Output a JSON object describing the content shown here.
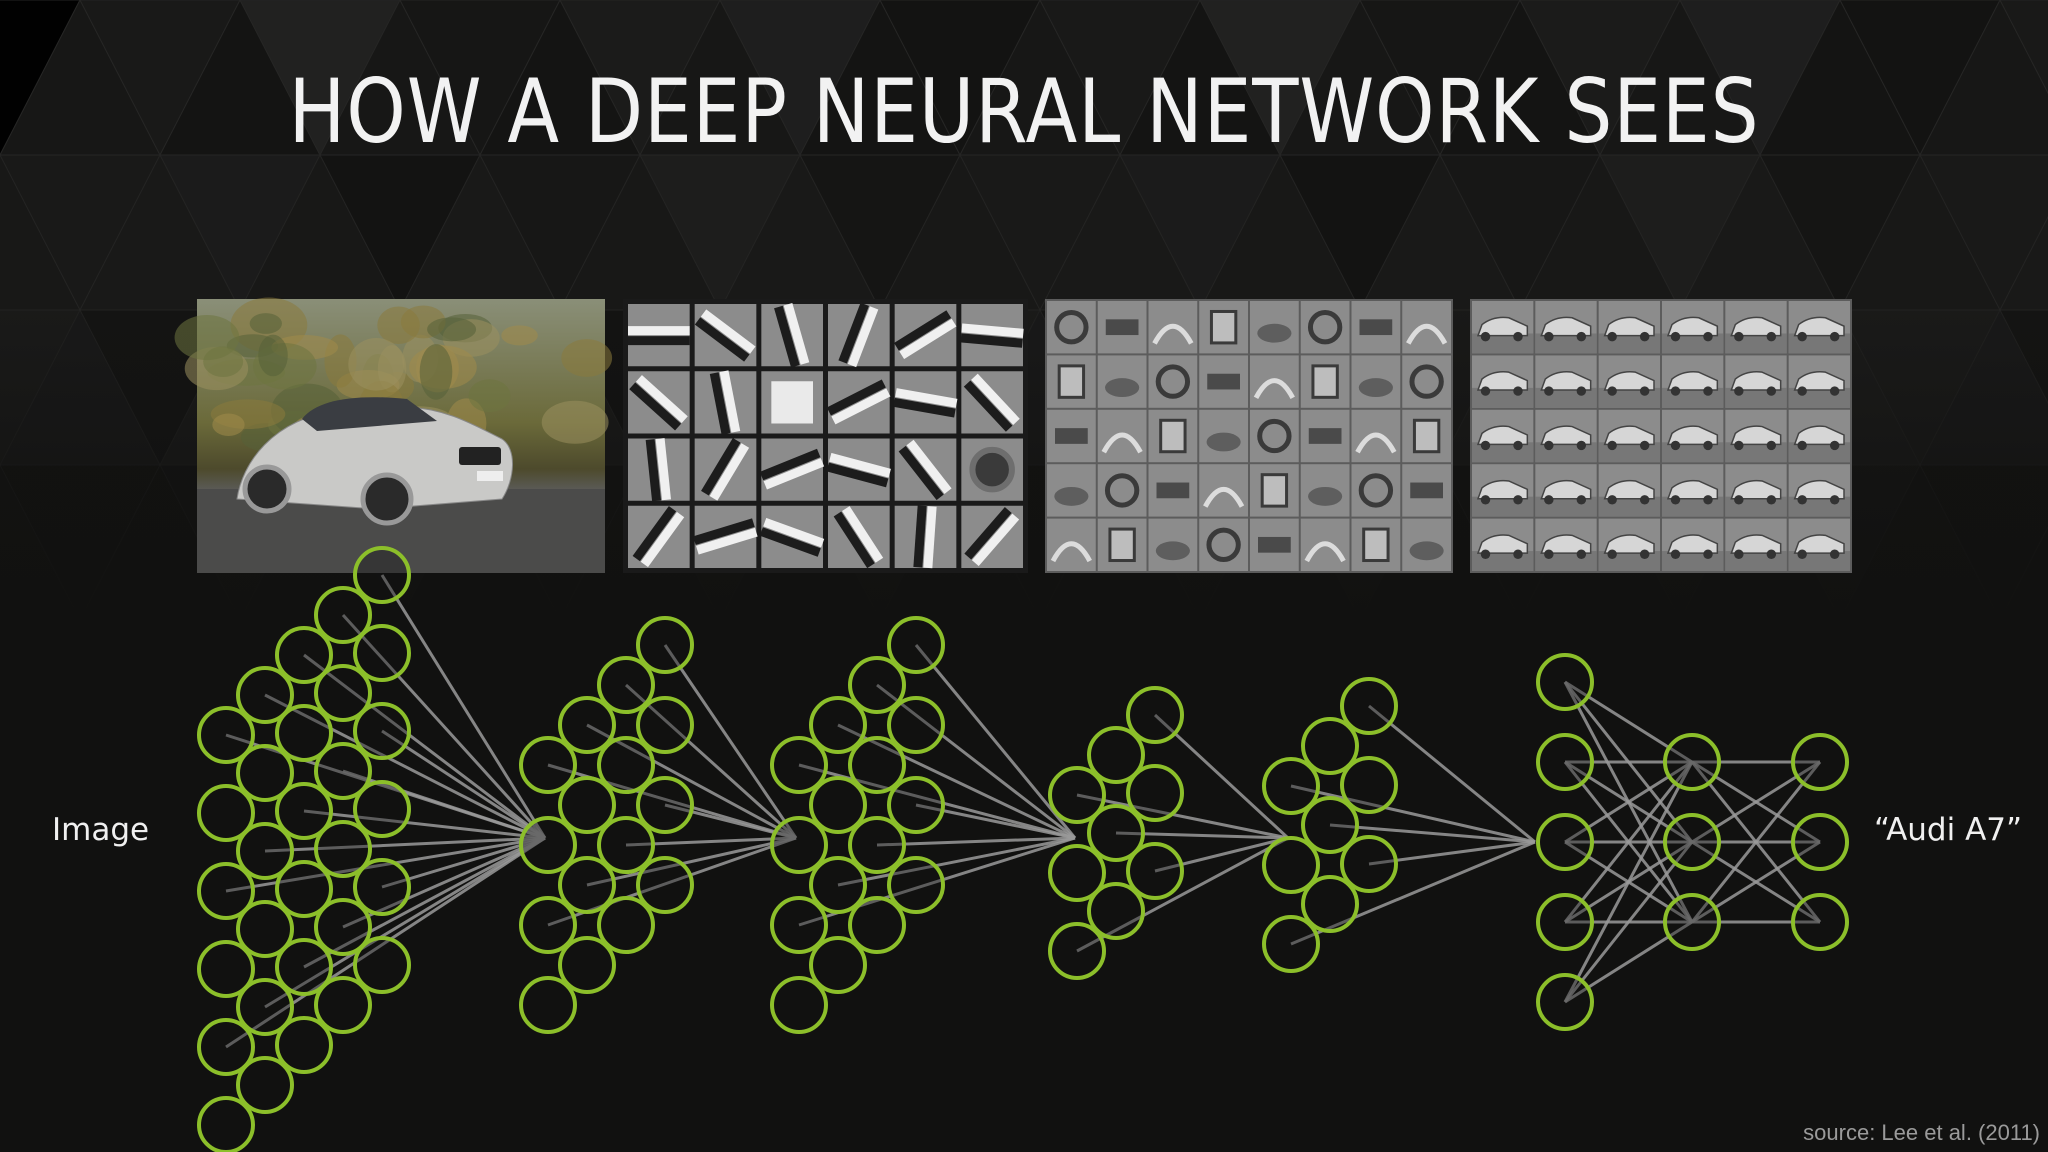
{
  "title": "HOW A DEEP NEURAL NETWORK SEES",
  "input_label": "Image",
  "output_label": "“Audi A7”",
  "source": "source: Lee et al. (2011)",
  "colors": {
    "background": "#111110",
    "node_stroke": "#8cbf2a",
    "edge": "#9a9a9a",
    "title": "#f2f2f2"
  },
  "panels": [
    {
      "name": "input-photo",
      "kind": "photo"
    },
    {
      "name": "edge-features",
      "kind": "edges",
      "rows": 4,
      "cols": 6
    },
    {
      "name": "part-features",
      "kind": "parts",
      "rows": 5,
      "cols": 8
    },
    {
      "name": "object-features",
      "kind": "objects",
      "rows": 5,
      "cols": 6
    }
  ],
  "layers": [
    {
      "depth": 5,
      "height": 6
    },
    {
      "depth": 4,
      "height": 4
    },
    {
      "depth": 4,
      "height": 4
    },
    {
      "depth": 3,
      "height": 3
    },
    {
      "depth": 3,
      "height": 3
    },
    {
      "depth": 1,
      "height": 5
    },
    {
      "depth": 1,
      "height": 3
    },
    {
      "depth": 1,
      "height": 3
    }
  ]
}
